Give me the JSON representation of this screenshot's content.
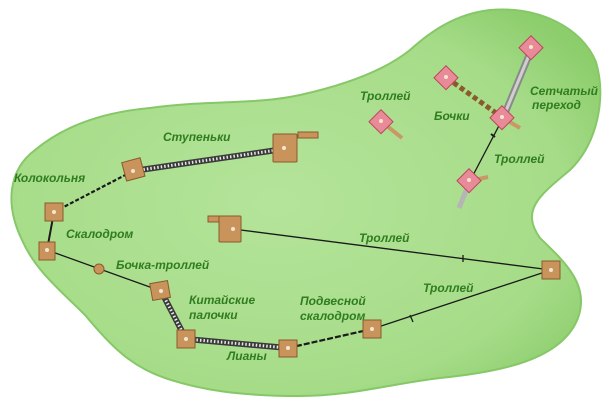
{
  "map": {
    "colors": {
      "island_fill": "#a6dc88",
      "island_edge": "#7cc063",
      "label": "#2f7d1e",
      "platform": "#c9935c",
      "platform_pink": "#e98a99",
      "rope": "#1a1a1a"
    },
    "labels": {
      "troll_top_left": "Троллей",
      "bochki": "Бочки",
      "setchatyy": "Сетчатый",
      "perekhod": "переход",
      "troll_top_right": "Троллей",
      "stupenki": "Ступеньки",
      "kolokolnya": "Колокольня",
      "skalodrom": "Скалодром",
      "troll_middle": "Троллей",
      "bochka_trolley": "Бочка-троллей",
      "troll_bottom": "Троллей",
      "kitayskie": "Китайские",
      "palochki": "палочки",
      "podvesnoy": "Подвесной",
      "skalodrom2": "скалодром",
      "liany": "Лианы"
    }
  }
}
